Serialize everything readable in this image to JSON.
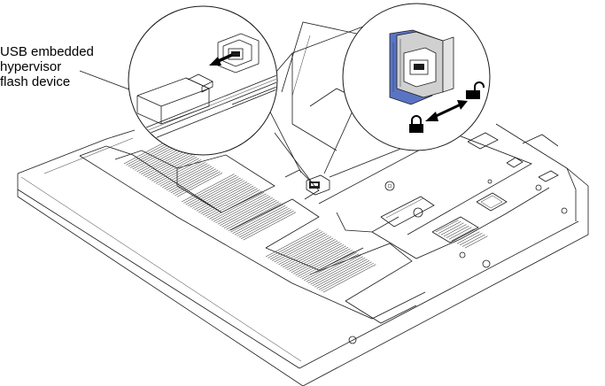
{
  "figure": {
    "callout": {
      "lines": [
        "USB embedded",
        "hypervisor",
        "flash device"
      ]
    },
    "colors": {
      "line": "#1a1a1a",
      "accent_blue": "#5a74c4",
      "connector_gray": "#d0d0d0",
      "background": "#ffffff"
    },
    "icons": [
      "locked-padlock-icon",
      "unlocked-padlock-icon",
      "double-arrow-icon",
      "insert-arrow-icon"
    ]
  }
}
